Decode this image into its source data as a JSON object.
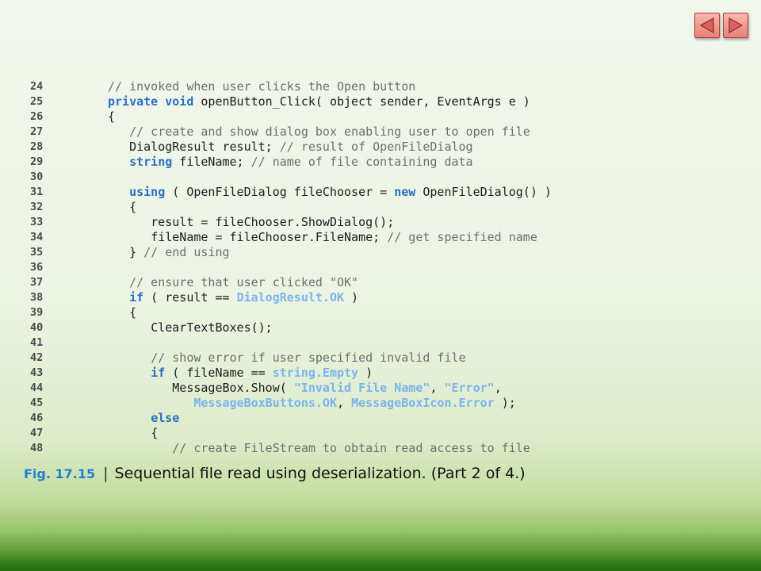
{
  "colors": {
    "keyword": "#2a6fc2",
    "constant": "#7ab4ef",
    "comment": "#6e6e6e",
    "figure_label": "#1f7fd6",
    "nav_button": "#e77f77"
  },
  "nav": {
    "prev_icon": "left-triangle-icon",
    "next_icon": "right-triangle-icon"
  },
  "caption": {
    "figure": "Fig. 17.15",
    "separator": "|",
    "text": "Sequential file read using deserialization. (Part 2 of 4.)"
  },
  "code": {
    "lines": [
      {
        "num": "24",
        "indent": 0,
        "tokens": [
          [
            "cm",
            "// invoked when user clicks the Open button"
          ]
        ]
      },
      {
        "num": "25",
        "indent": 0,
        "tokens": [
          [
            "kw",
            "private"
          ],
          [
            "",
            " "
          ],
          [
            "kw",
            "void"
          ],
          [
            "",
            " openButton_Click( object sender, EventArgs e )"
          ]
        ]
      },
      {
        "num": "26",
        "indent": 0,
        "tokens": [
          [
            "",
            "{"
          ]
        ]
      },
      {
        "num": "27",
        "indent": 1,
        "tokens": [
          [
            "cm",
            "// create and show dialog box enabling user to open file"
          ]
        ]
      },
      {
        "num": "28",
        "indent": 1,
        "tokens": [
          [
            "",
            "DialogResult result; "
          ],
          [
            "cm",
            "// result of OpenFileDialog"
          ]
        ]
      },
      {
        "num": "29",
        "indent": 1,
        "tokens": [
          [
            "kw",
            "string"
          ],
          [
            "",
            " fileName; "
          ],
          [
            "cm",
            "// name of file containing data"
          ]
        ]
      },
      {
        "num": "30",
        "indent": 0,
        "tokens": []
      },
      {
        "num": "31",
        "indent": 1,
        "tokens": [
          [
            "kw",
            "using"
          ],
          [
            "",
            " ( OpenFileDialog fileChooser = "
          ],
          [
            "kw",
            "new"
          ],
          [
            "",
            " OpenFileDialog() )"
          ]
        ]
      },
      {
        "num": "32",
        "indent": 1,
        "tokens": [
          [
            "",
            "{"
          ]
        ]
      },
      {
        "num": "33",
        "indent": 2,
        "tokens": [
          [
            "",
            "result = fileChooser.ShowDialog();"
          ]
        ]
      },
      {
        "num": "34",
        "indent": 2,
        "tokens": [
          [
            "",
            "fileName = fileChooser.FileName; "
          ],
          [
            "cm",
            "// get specified name"
          ]
        ]
      },
      {
        "num": "35",
        "indent": 1,
        "tokens": [
          [
            "",
            "} "
          ],
          [
            "cm",
            "// end using"
          ]
        ]
      },
      {
        "num": "36",
        "indent": 0,
        "tokens": []
      },
      {
        "num": "37",
        "indent": 1,
        "tokens": [
          [
            "cm",
            "// ensure that user clicked \"OK\""
          ]
        ]
      },
      {
        "num": "38",
        "indent": 1,
        "tokens": [
          [
            "kw",
            "if"
          ],
          [
            "",
            " ( result == "
          ],
          [
            "cn",
            "DialogResult.OK"
          ],
          [
            "",
            " )"
          ]
        ]
      },
      {
        "num": "39",
        "indent": 1,
        "tokens": [
          [
            "",
            "{"
          ]
        ]
      },
      {
        "num": "40",
        "indent": 2,
        "tokens": [
          [
            "",
            "ClearTextBoxes();"
          ]
        ]
      },
      {
        "num": "41",
        "indent": 0,
        "tokens": []
      },
      {
        "num": "42",
        "indent": 2,
        "tokens": [
          [
            "cm",
            "// show error if user specified invalid file"
          ]
        ]
      },
      {
        "num": "43",
        "indent": 2,
        "tokens": [
          [
            "kw",
            "if"
          ],
          [
            "",
            " ( fileName == "
          ],
          [
            "cn",
            "string.Empty"
          ],
          [
            "",
            " )"
          ]
        ]
      },
      {
        "num": "44",
        "indent": 3,
        "tokens": [
          [
            "",
            "MessageBox.Show( "
          ],
          [
            "st",
            "\"Invalid File Name\""
          ],
          [
            "",
            ", "
          ],
          [
            "st",
            "\"Error\""
          ],
          [
            "",
            ","
          ]
        ]
      },
      {
        "num": "45",
        "indent": 4,
        "tokens": [
          [
            "cn",
            "MessageBoxButtons.OK"
          ],
          [
            "",
            ", "
          ],
          [
            "cn",
            "MessageBoxIcon.Error"
          ],
          [
            "",
            " );"
          ]
        ]
      },
      {
        "num": "46",
        "indent": 2,
        "tokens": [
          [
            "kw",
            "else"
          ]
        ]
      },
      {
        "num": "47",
        "indent": 2,
        "tokens": [
          [
            "",
            "{"
          ]
        ]
      },
      {
        "num": "48",
        "indent": 3,
        "tokens": [
          [
            "cm",
            "// create FileStream to obtain read access to file"
          ]
        ]
      }
    ]
  }
}
